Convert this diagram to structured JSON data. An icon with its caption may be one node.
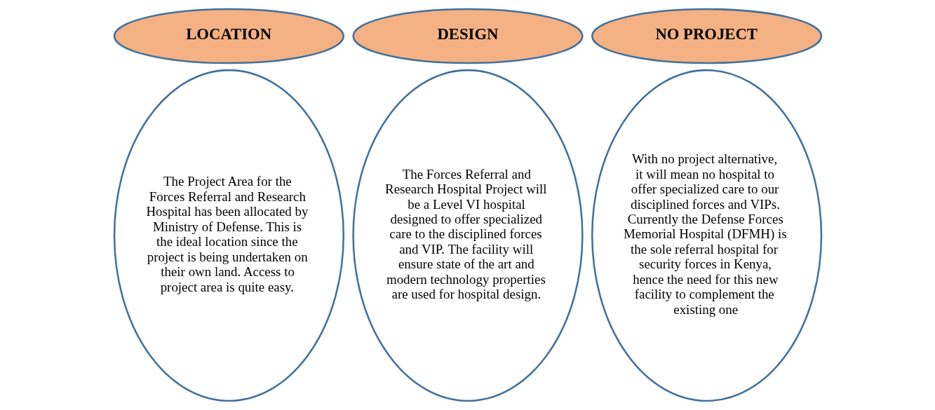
{
  "diagram": {
    "nodes": [
      {
        "text": [
          "LOCATION"
        ]
      },
      {
        "text": [
          "DESIGN"
        ]
      },
      {
        "text": [
          "NO PROJECT"
        ]
      },
      {
        "text": [
          "The Project Area for the Forces Referral and Research Hospital has been allocated by Ministry of Defense. This is the ideal location since the project is being undertaken on their own land. Access to project area is quite easy."
        ]
      },
      {
        "text": [
          "The Forces Referral and Research Hospital Project will be a Level VI hospital designed to offer specialized care to the disciplined forces and VIP. The facility will ensure state of the art and modern technology properties are used for hospital design."
        ]
      },
      {
        "text": [
          "With no project alternative, it will mean no hospital to offer specialized care to our disciplined forces and VIPs. Currently the Defense Forces Memorial Hospital (DFMH) is the sole referral hospital for security forces in Kenya, hence the need for this new facility to complement the existing one"
        ]
      }
    ],
    "edges": []
  }
}
